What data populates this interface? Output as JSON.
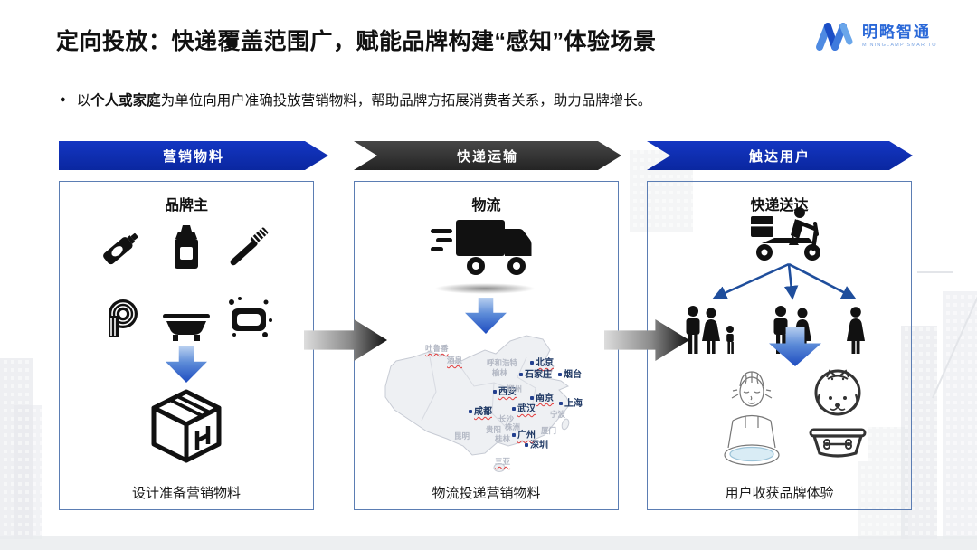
{
  "slide": {
    "title": "定向投放：快递覆盖范围广，赋能品牌构建“感知”体验场景",
    "bullet": {
      "marker": "●",
      "prefix": "以",
      "highlight": "个人或家庭",
      "suffix": "为单位向用户准确投放营销物料，帮助品牌方拓展消费者关系，助力品牌增长。"
    }
  },
  "logo": {
    "name": "明略智通",
    "tagline": "MININGLAMP SMAR TO"
  },
  "banners": [
    {
      "label": "营销物料",
      "color": "#0d2fb0"
    },
    {
      "label": "快递运输",
      "color": "#333333"
    },
    {
      "label": "触达用户",
      "color": "#0d2fb0"
    }
  ],
  "stages": [
    {
      "title": "品牌主",
      "caption": "设计准备营销物料",
      "icons": [
        "toothpaste-tube",
        "lotion-bottle",
        "toothbrush",
        "toilet-paper-roll",
        "bathtub",
        "soap",
        "down-arrow",
        "parcel-box"
      ]
    },
    {
      "title": "物流",
      "caption": "物流投递营销物料",
      "icons": [
        "delivery-truck",
        "down-arrow",
        "china-map"
      ]
    },
    {
      "title": "快递送达",
      "caption": "用户收获品牌体验",
      "icons": [
        "delivery-scooter",
        "fan-arrows",
        "family-with-child",
        "couple",
        "single-user",
        "down-arrow",
        "face-washing-photo",
        "pet-care-photo"
      ]
    }
  ],
  "map": {
    "cities": [
      {
        "name": "北京",
        "type": "major"
      },
      {
        "name": "石家庄",
        "type": "major"
      },
      {
        "name": "烟台",
        "type": "major"
      },
      {
        "name": "西安",
        "type": "major"
      },
      {
        "name": "南京",
        "type": "major"
      },
      {
        "name": "上海",
        "type": "major"
      },
      {
        "name": "武汉",
        "type": "major"
      },
      {
        "name": "成都",
        "type": "major"
      },
      {
        "name": "广州",
        "type": "major"
      },
      {
        "name": "深圳",
        "type": "major"
      },
      {
        "name": "吐鲁番",
        "type": "minor"
      },
      {
        "name": "酒泉",
        "type": "minor"
      },
      {
        "name": "呼和浩特",
        "type": "minor"
      },
      {
        "name": "榆林",
        "type": "minor"
      },
      {
        "name": "郑州",
        "type": "minor"
      },
      {
        "name": "宁波",
        "type": "minor"
      },
      {
        "name": "长沙",
        "type": "minor"
      },
      {
        "name": "株洲",
        "type": "minor"
      },
      {
        "name": "贵阳",
        "type": "minor"
      },
      {
        "name": "桂林",
        "type": "minor"
      },
      {
        "name": "昆明",
        "type": "minor"
      },
      {
        "name": "厦门",
        "type": "minor"
      },
      {
        "name": "三亚",
        "type": "minor"
      }
    ]
  },
  "colors": {
    "accent_blue": "#0d2fb0",
    "banner_dark": "#333333",
    "box_border": "#5b7db3",
    "map_label_navy": "#1f3864",
    "wavy_red": "#e23b3b",
    "gradient_arrow_blue": "#1e4cc0"
  }
}
